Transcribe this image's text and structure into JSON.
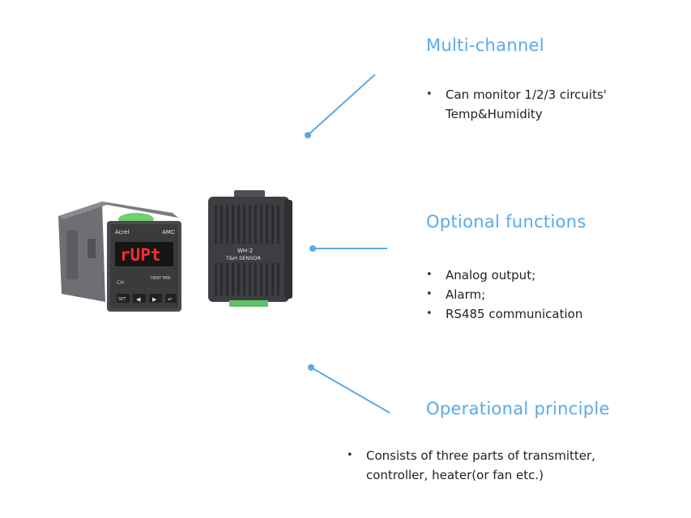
{
  "sections": [
    {
      "heading": "Multi-channel",
      "bullets": [
        "Can monitor 1/2/3 circuits' Temp&Humidity"
      ]
    },
    {
      "heading": "Optional functions",
      "bullets": [
        "Analog output;",
        "Alarm;",
        "RS485 communication"
      ]
    },
    {
      "heading": "Operational principle",
      "bullets": [
        "Consists of three parts of transmitter, controller, heater(or fan etc.)"
      ]
    }
  ],
  "controller": {
    "brand": "Acrel",
    "model": "AMC",
    "display": "rUPt",
    "channel": "CH",
    "status": "HEAT FAN",
    "buttons": [
      "SET",
      "◀",
      "▶",
      "↵"
    ]
  },
  "sensor": {
    "model": "WH-2",
    "label": "T&H SENSOR"
  },
  "colors": {
    "accent": "#5aa9ec",
    "led_display": "#ff2b2b"
  }
}
